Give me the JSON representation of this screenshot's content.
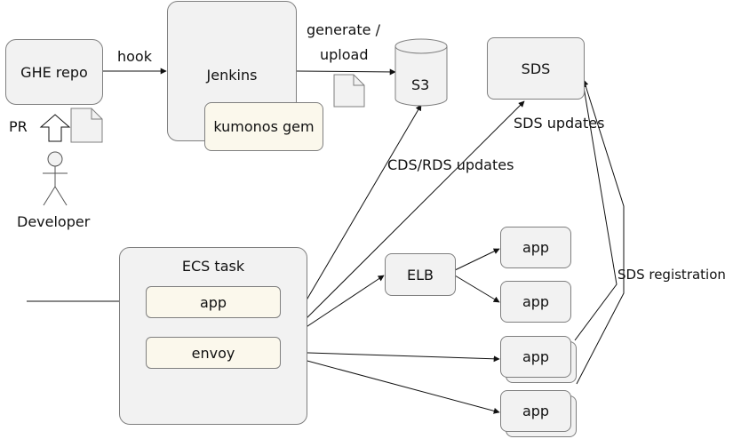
{
  "nodes": {
    "ghe_repo": "GHE repo",
    "jenkins": "Jenkins",
    "kumonos_gem": "kumonos gem",
    "s3": "S3",
    "sds": "SDS",
    "ecs_task": "ECS task",
    "app_in_task": "app",
    "envoy": "envoy",
    "elb": "ELB",
    "app1": "app",
    "app2": "app",
    "app3": "app",
    "app4": "app"
  },
  "labels": {
    "hook": "hook",
    "generate_upload_1": "generate /",
    "generate_upload_2": "upload",
    "pr": "PR",
    "developer": "Developer",
    "cds_rds_updates": "CDS/RDS updates",
    "sds_updates": "SDS updates",
    "sds_registration": "SDS registration"
  }
}
